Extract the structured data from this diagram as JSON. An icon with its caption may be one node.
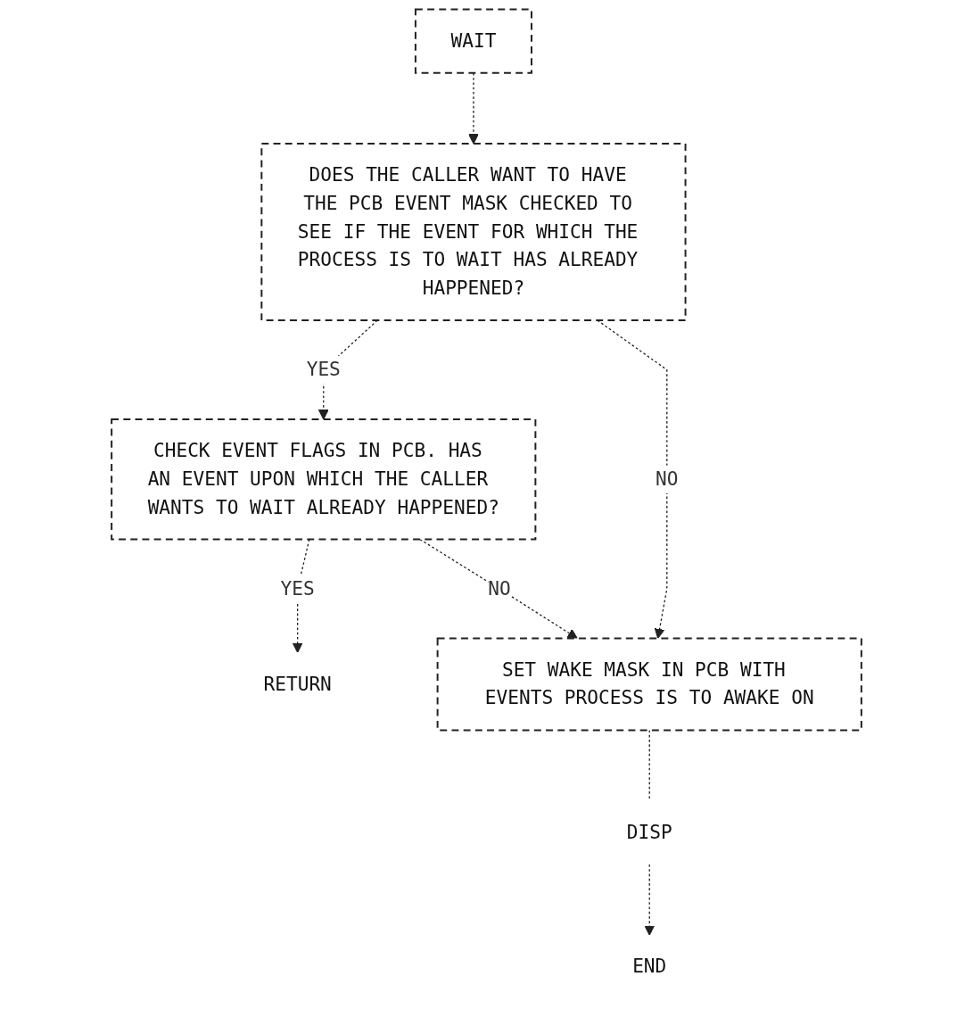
{
  "diagram": {
    "nodes": [
      {
        "text": [
          "WAIT"
        ]
      },
      {
        "text": [
          "DOES THE CALLER WANT TO HAVE THE PCB EVENT MASK CHECKED TO SEE IF THE EVENT FOR WHICH THE PROCESS IS TO WAIT HAS ALREADY HAPPENED?"
        ]
      },
      {
        "text": [
          "CHECK EVENT FLAGS IN PCB. HAS AN EVENT UPON WHICH THE CALLER WANTS TO WAIT ALREADY HAPPENED?"
        ]
      },
      {
        "text": [
          "RETURN"
        ]
      },
      {
        "text": [
          "SET WAKE MASK IN PCB WITH EVENTS PROCESS IS TO AWAKE ON"
        ]
      },
      {
        "text": [
          "DISP"
        ]
      },
      {
        "text": [
          "END"
        ]
      }
    ],
    "edges": [
      {
        "from": 0,
        "to": 1,
        "arrow": "to",
        "style": "dashed"
      },
      {
        "from": 1,
        "to": 2,
        "label": "YES",
        "arrow": "to",
        "style": "dashed"
      },
      {
        "from": 2,
        "to": 3,
        "label": "YES",
        "arrow": "to",
        "style": "dashed"
      },
      {
        "from": 2,
        "to": 4,
        "label": "NO",
        "arrow": "to",
        "style": "dashed"
      },
      {
        "from": 1,
        "to": 4,
        "label": "NO",
        "arrow": "to",
        "style": "dashed"
      },
      {
        "from": 4,
        "to": 5,
        "arrow": "none",
        "style": "dashed"
      },
      {
        "from": 5,
        "to": 6,
        "arrow": "to",
        "style": "dashed"
      }
    ]
  }
}
